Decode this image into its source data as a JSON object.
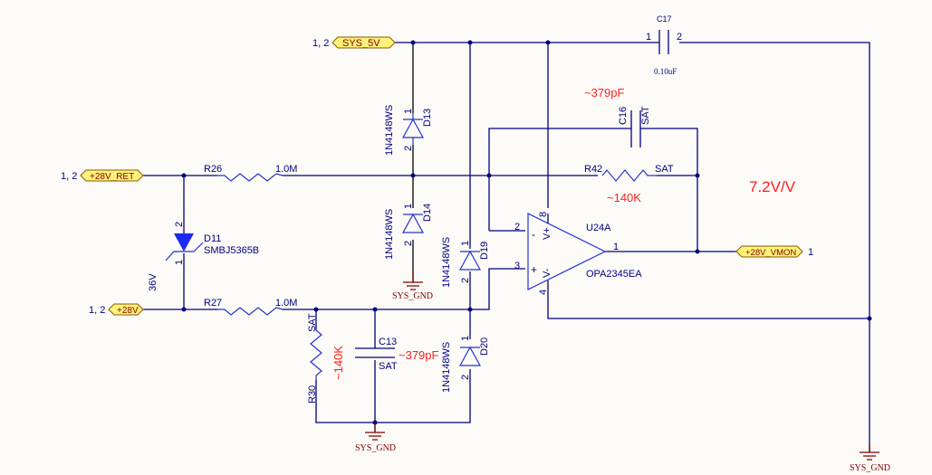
{
  "ports": {
    "sys5v": {
      "prefix": "1, 2",
      "name": "SYS_5V"
    },
    "ret28": {
      "prefix": "1, 2",
      "name": "+28V_RET"
    },
    "v28": {
      "prefix": "1, 2",
      "name": "+28V"
    },
    "vmon": {
      "name": "+28V_VMON",
      "suffix": "1"
    }
  },
  "components": {
    "C17": {
      "ref": "C17",
      "value": "0.10uF",
      "pin1": "1",
      "pin2": "2"
    },
    "C16": {
      "ref": "C16",
      "value": "SAT",
      "note": "~379pF"
    },
    "R42": {
      "ref": "R42",
      "value": "SAT",
      "note": "~140K"
    },
    "R26": {
      "ref": "R26",
      "value": "1.0M"
    },
    "R27": {
      "ref": "R27",
      "value": "1.0M"
    },
    "D11": {
      "ref": "D11",
      "part": "SMBJ5365B",
      "voltage": "36V",
      "pin1": "1",
      "pin2": "2"
    },
    "D13": {
      "ref": "D13",
      "part": "1N4148WS",
      "pin1": "1",
      "pin2": "2"
    },
    "D14": {
      "ref": "D14",
      "part": "1N4148WS",
      "pin1": "1",
      "pin2": "2"
    },
    "D19": {
      "ref": "D19",
      "part": "1N4148WS",
      "pin1": "1",
      "pin2": "2"
    },
    "D20": {
      "ref": "D20",
      "part": "1N4148WS",
      "pin1": "1",
      "pin2": "2"
    },
    "U24A": {
      "ref": "U24A",
      "part": "OPA2345EA",
      "pin_inv": "2",
      "pin_noninv": "3",
      "pin_out": "1",
      "pin_vp": "8",
      "pin_vn": "4",
      "minus": "-",
      "plus": "+",
      "vp": "V+",
      "vn": "V-"
    },
    "R30": {
      "ref": "R30",
      "value": "SAT",
      "note": "~140K"
    },
    "C13": {
      "ref": "C13",
      "value": "SAT",
      "note": "~379pF"
    }
  },
  "gain_note": "7.2V/V",
  "ground_label": "SYS_GND"
}
